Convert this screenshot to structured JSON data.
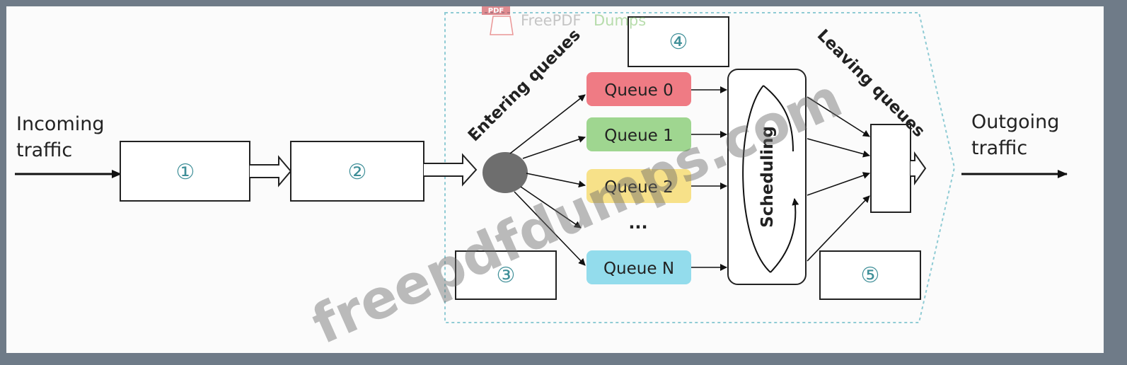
{
  "diagram": {
    "incoming_label": [
      "Incoming",
      "traffic"
    ],
    "outgoing_label": [
      "Outgoing",
      "traffic"
    ],
    "box_markers": [
      "①",
      "②",
      "③",
      "④",
      "⑤"
    ],
    "entering_label": "Entering queues",
    "leaving_label": "Leaving queues",
    "scheduling_label": "Scheduling",
    "ellipsis": "...",
    "queues": [
      {
        "label": "Queue 0",
        "color": "#ef7b84"
      },
      {
        "label": "Queue 1",
        "color": "#9fd690"
      },
      {
        "label": "Queue 2",
        "color": "#f7e189"
      },
      {
        "label": "Queue N",
        "color": "#93dcec"
      }
    ],
    "dashed_color": "#8fcbd4",
    "marker_color": "#3f8f98"
  },
  "watermark": {
    "badge": "PDF",
    "brand_a": "FreePDF",
    "brand_b": "Dumps",
    "diagonal": "freepdfdumps.com"
  }
}
